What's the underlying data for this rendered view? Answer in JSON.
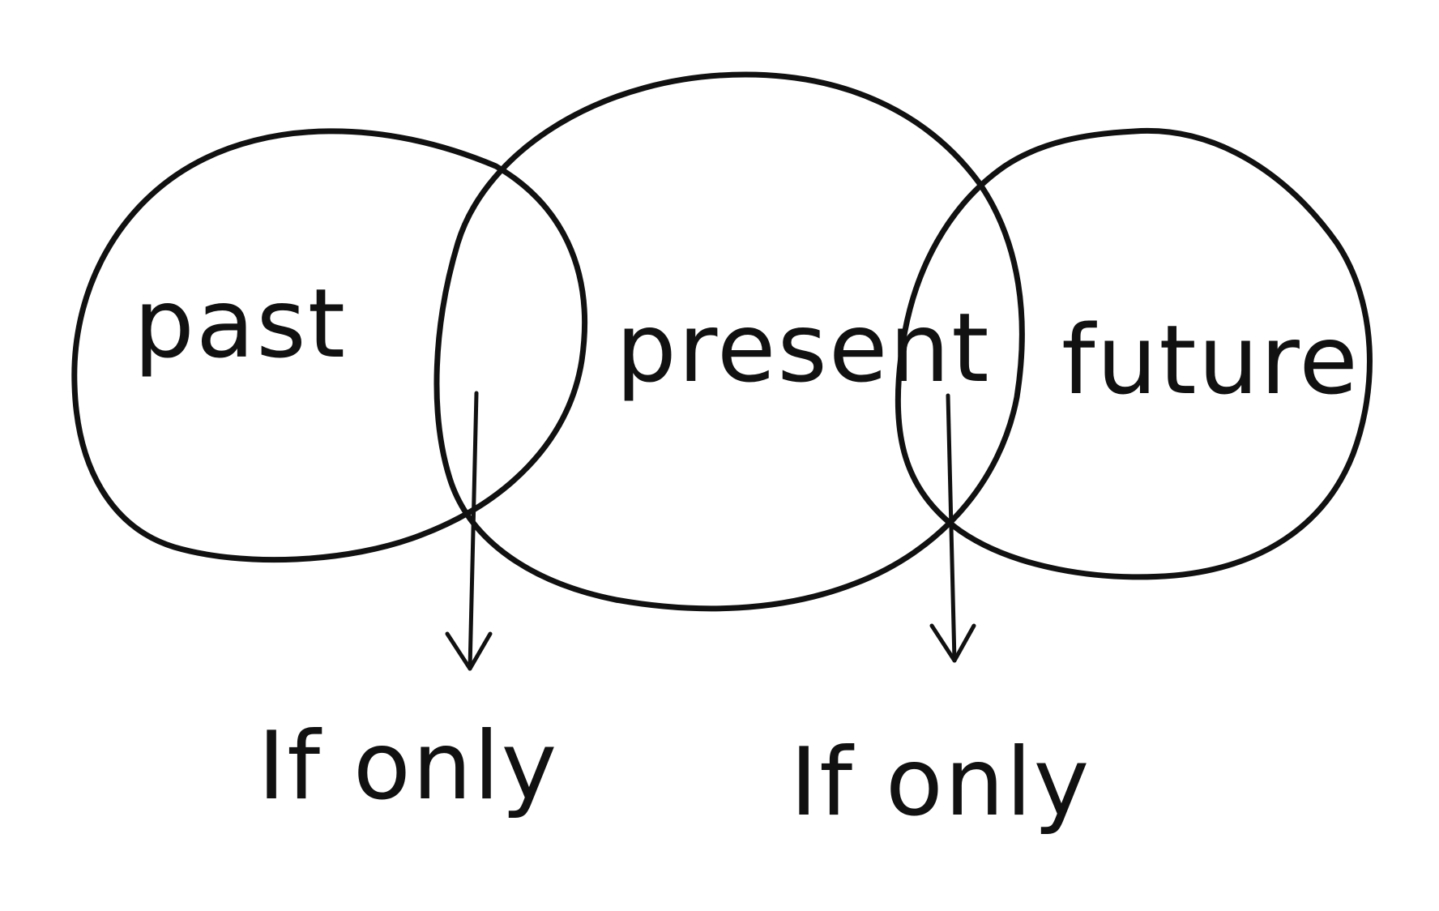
{
  "diagram": {
    "circles": [
      {
        "label": "past"
      },
      {
        "label": "present"
      },
      {
        "label": "future"
      }
    ],
    "overlaps": [
      {
        "label": "If only"
      },
      {
        "label": "If only"
      }
    ],
    "colors": {
      "stroke": "#111111",
      "background": "#ffffff"
    }
  }
}
